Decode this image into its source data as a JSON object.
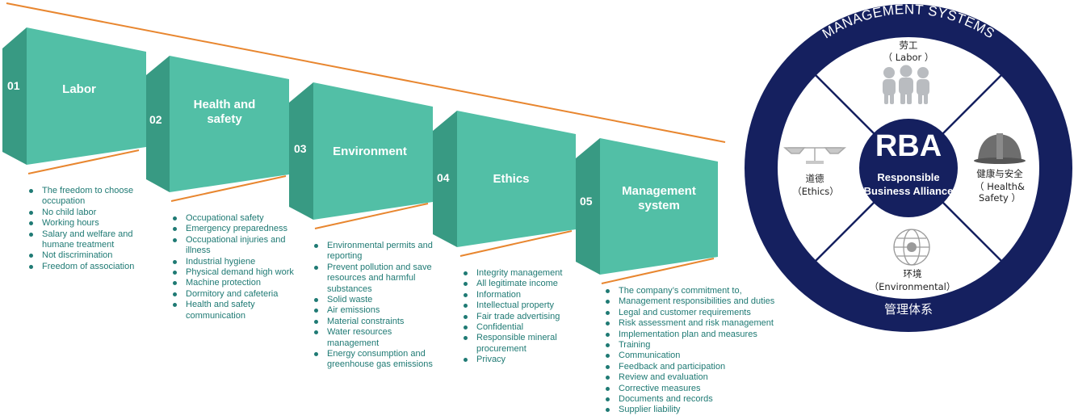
{
  "steps": [
    {
      "num": "01",
      "title": "Labor",
      "items": [
        "The freedom to choose occupation",
        "No child labor",
        "Working hours",
        "Salary and welfare and humane treatment",
        "Not discrimination",
        "Freedom of association"
      ]
    },
    {
      "num": "02",
      "title": "Health and safety",
      "items": [
        "Occupational safety",
        "Emergency preparedness",
        "Occupational injuries and illness",
        "Industrial hygiene",
        "Physical demand high work",
        "Machine protection",
        "Dormitory and cafeteria",
        "Health and safety communication"
      ]
    },
    {
      "num": "03",
      "title": "Environment",
      "items": [
        "Environmental permits and reporting",
        "Prevent pollution and save resources and harmful substances",
        "Solid waste",
        "Air emissions",
        "Material constraints",
        "Water resources management",
        "Energy consumption and greenhouse gas emissions"
      ]
    },
    {
      "num": "04",
      "title": "Ethics",
      "items": [
        "Integrity management",
        "All legitimate income",
        "Information",
        "Intellectual property",
        "Fair trade advertising",
        "Confidential",
        "Responsible mineral procurement",
        "Privacy"
      ]
    },
    {
      "num": "05",
      "title": "Management system",
      "items": [
        "The company’s commitment to,",
        "Management responsibilities and duties",
        "Legal and customer requirements",
        "Risk assessment and risk management",
        "Implementation plan and measures",
        "Training",
        "Communication",
        "Feedback and participation",
        "Review and evaluation",
        "Corrective measures",
        "Documents and records",
        "Supplier liability"
      ]
    }
  ],
  "wheel": {
    "top_arc": "MANAGEMENT SYSTEMS",
    "bottom": "管理体系",
    "center_title": "RBA",
    "center_sub1": "Responsible",
    "center_sub2": "Business Alliance",
    "labor_cn": "劳工",
    "labor_en": "（ Labor ）",
    "ethics_cn": "道德",
    "ethics_en": "（Ethics）",
    "health_cn": "健康与安全",
    "health_en1": "（ Health&",
    "health_en2": "Safety ）",
    "env_cn": "环境",
    "env_en": "（Environmental）"
  },
  "colors": {
    "front": "#52bfa6",
    "side": "#389a83",
    "accent_line": "#e8862f",
    "text_teal": "#1f7a74",
    "ring": "#15205f"
  }
}
